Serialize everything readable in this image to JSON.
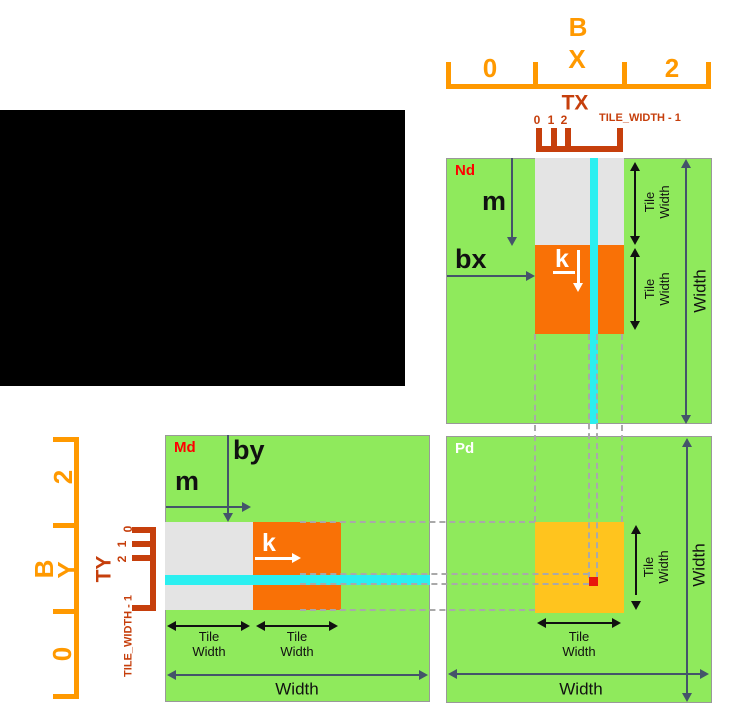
{
  "colors": {
    "white": "#FFFFFF",
    "black": "#000000",
    "green": "#8FEA5C",
    "gray": "#E4E4E4",
    "orange": "#F97106",
    "cyan": "#2BEFF0",
    "yellow": "#FFC41E",
    "red_square": "#E8160C",
    "matrix_label_red": "#FF0000",
    "slate": "#44546A",
    "ruler_orange": "#FF9900",
    "brick": "#C63F0C",
    "dash_gray": "#A9A9A9",
    "border_gray": "#999999"
  },
  "block_index_x": {
    "letter_1": "B",
    "letter_2": "X",
    "tick_label_left": "0",
    "tick_label_right": "2"
  },
  "block_index_y": {
    "letter_1": "B",
    "letter_2": "Y",
    "tick_label_top": "2",
    "tick_label_bottom": "0"
  },
  "thread_index_x": {
    "title": "TX",
    "tick_0": "0",
    "tick_1": "1",
    "tick_2": "2",
    "tick_last": "TILE_WIDTH - 1"
  },
  "thread_index_y": {
    "title": "TY",
    "tick_0": "0",
    "tick_1": "1",
    "tick_2": "2",
    "tick_last": "TILE_WIDTH - 1"
  },
  "nd": {
    "name": "Nd",
    "row_index": "m",
    "block_arrow": "bx",
    "loop_var": "k"
  },
  "md": {
    "name": "Md",
    "row_index": "m",
    "block_arrow": "by",
    "loop_var": "k"
  },
  "pd": {
    "name": "Pd"
  },
  "dims": {
    "tile": "Tile",
    "width": "Width"
  }
}
